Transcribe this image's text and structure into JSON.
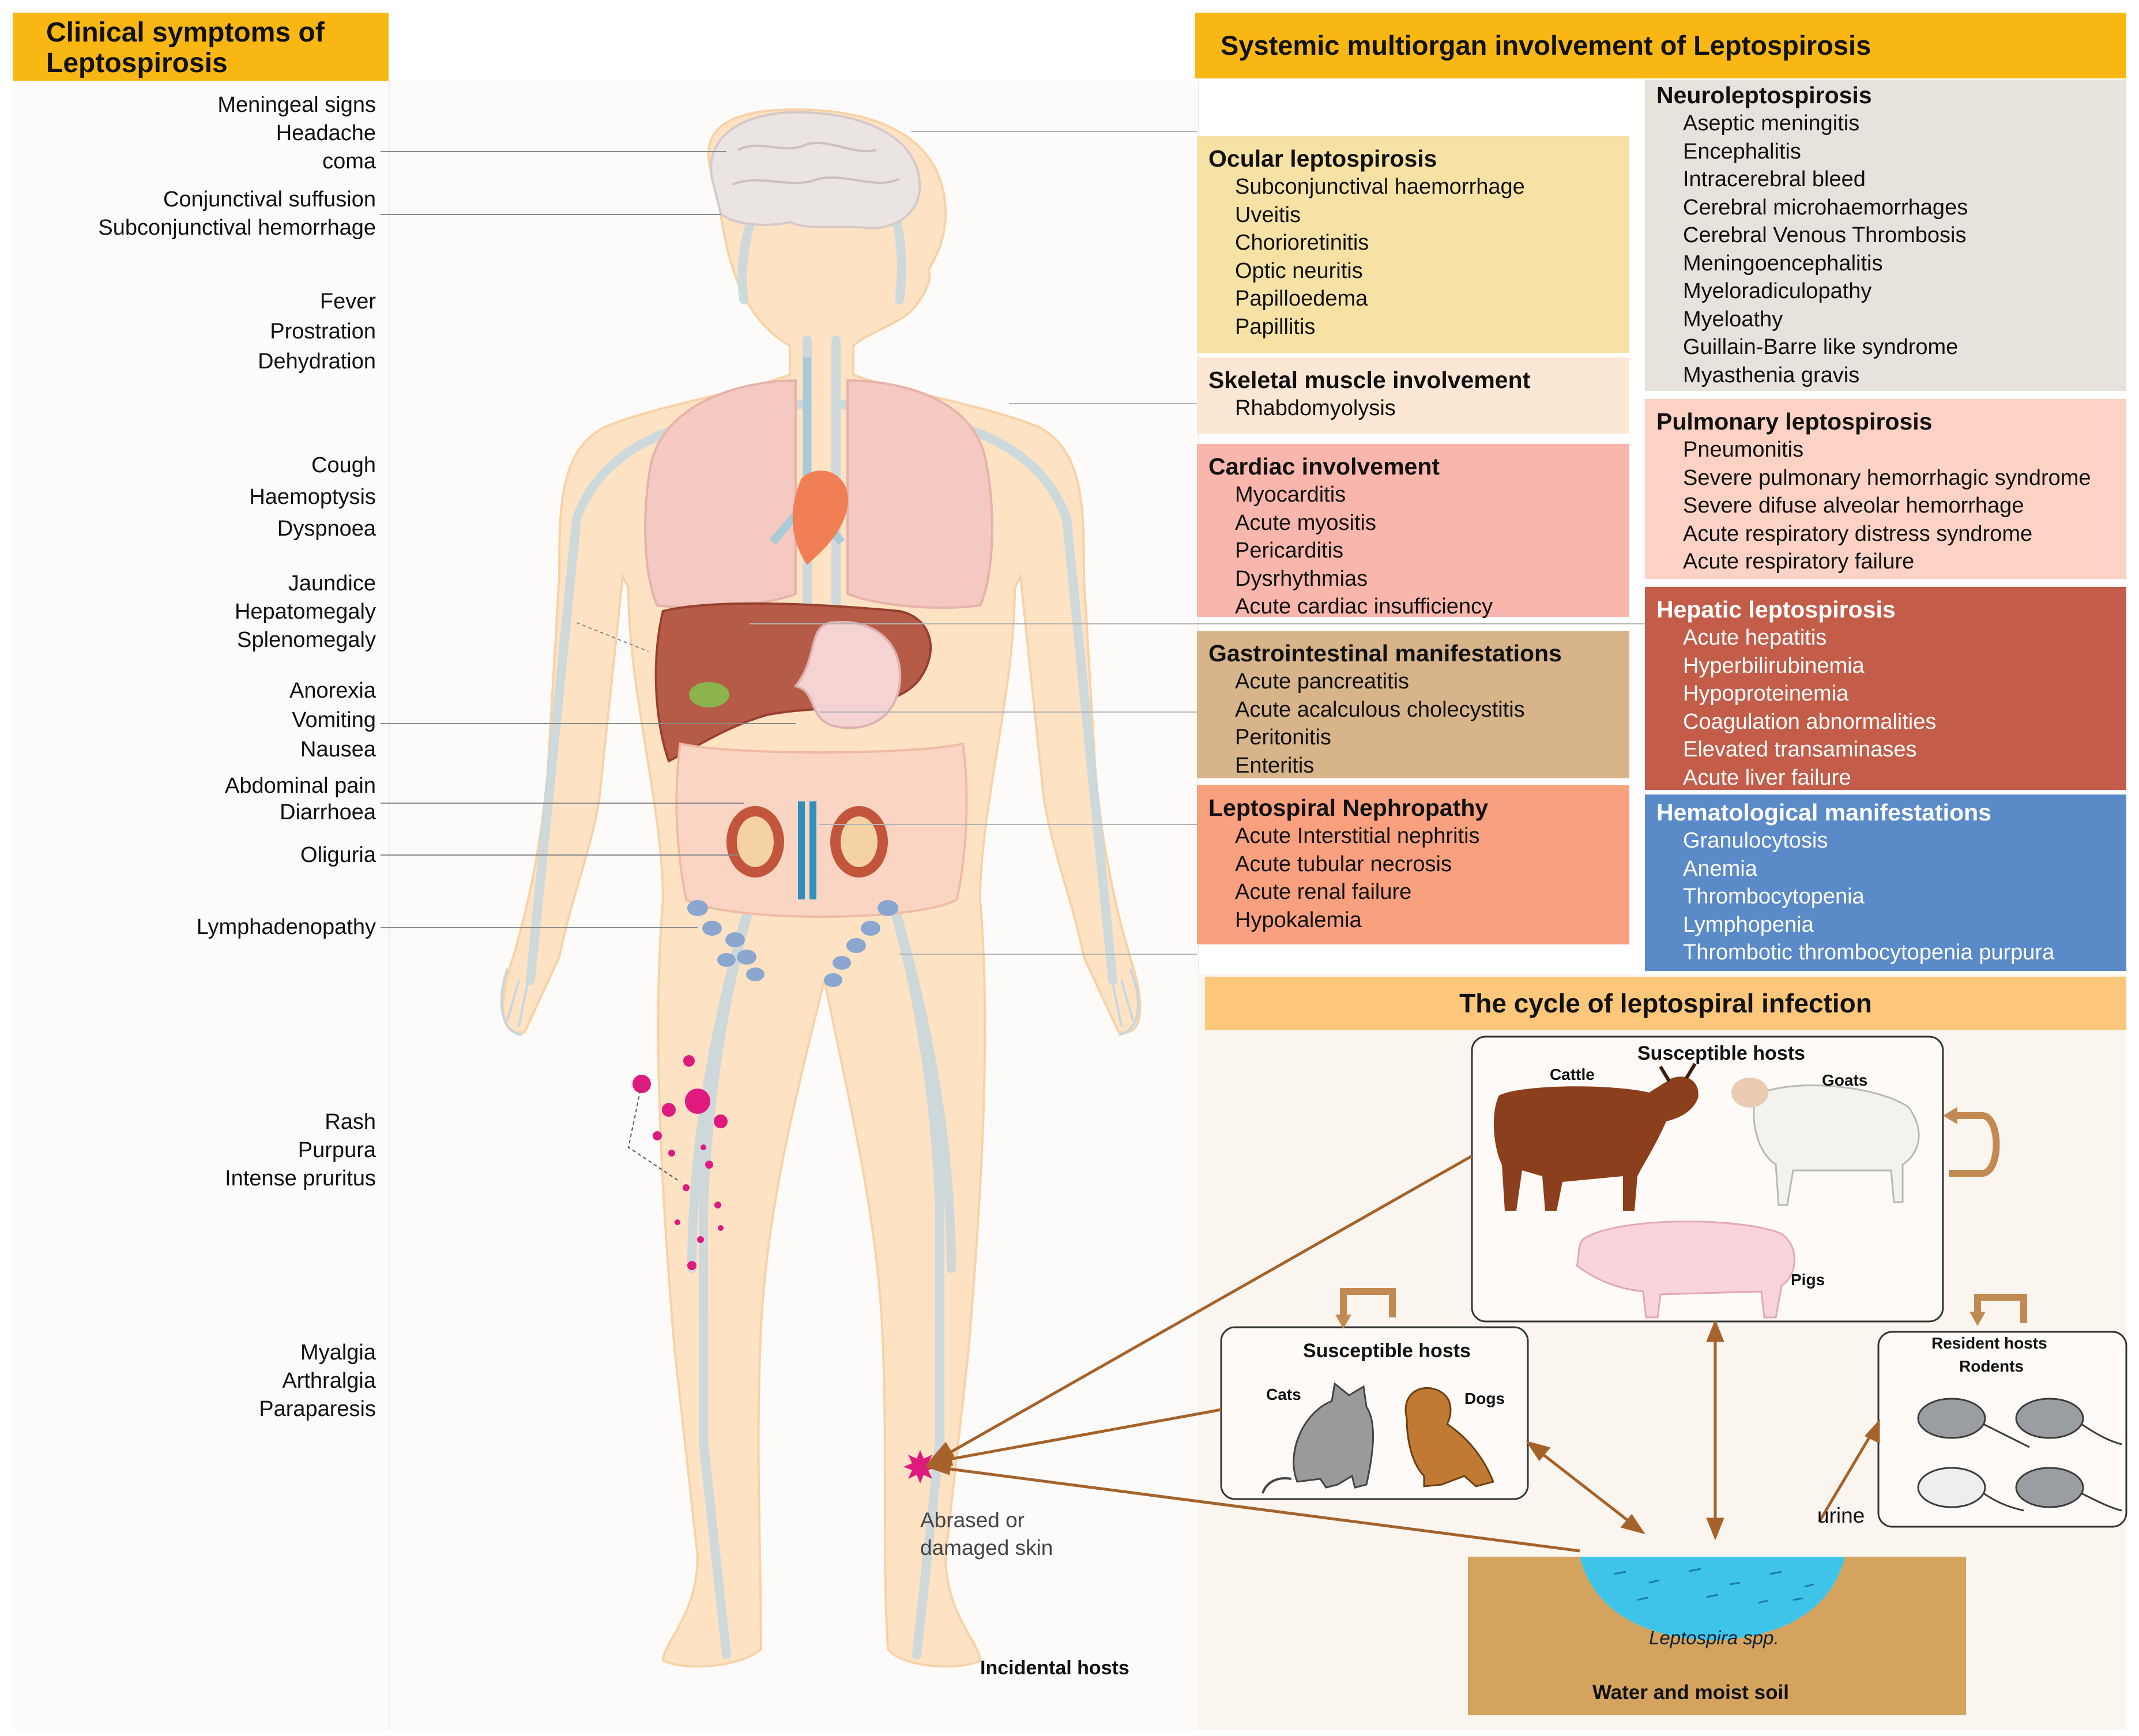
{
  "left_header": {
    "line1": "Clinical symptoms of",
    "line2": "Leptospirosis"
  },
  "right_header": "Systemic multiorgan involvement of Leptospirosis",
  "symptoms": [
    [
      "Meningeal signs",
      "Headache",
      "coma"
    ],
    [
      "Conjunctival suffusion",
      "Subconjunctival hemorrhage"
    ],
    [
      "Fever",
      "Prostration",
      "Dehydration"
    ],
    [
      "Cough",
      "Haemoptysis",
      "Dyspnoea"
    ],
    [
      "Jaundice",
      "Hepatomegaly",
      "Splenomegaly"
    ],
    [
      "Anorexia",
      "Vomiting",
      "Nausea"
    ],
    [
      "Abdominal pain",
      "Diarrhoea"
    ],
    [
      "Oliguria"
    ],
    [
      "Lymphadenopathy"
    ],
    [
      "Rash",
      "Purpura",
      "Intense pruritus"
    ],
    [
      "Myalgia",
      "Arthralgia",
      "Paraparesis"
    ]
  ],
  "boxes": {
    "ocular": {
      "title": "Ocular leptospirosis",
      "color": "#f5e2a4",
      "items": [
        "Subconjunctival haemorrhage",
        "Uveitis",
        "Chorioretinitis",
        "Optic neuritis",
        "Papilloedema",
        "Papillitis"
      ]
    },
    "skeletal": {
      "title": "Skeletal muscle involvement",
      "color": "#fce7d4",
      "items": [
        "Rhabdomyolysis"
      ]
    },
    "cardiac": {
      "title": "Cardiac involvement",
      "color": "#f9b6ad",
      "items": [
        "Myocarditis",
        "Acute myositis",
        "Pericarditis",
        "Dysrhythmias",
        "Acute cardiac insufficiency"
      ]
    },
    "gastro": {
      "title": "Gastrointestinal manifestations",
      "color": "#d7b48a",
      "items": [
        "Acute pancreatitis",
        "Acute acalculous cholecystitis",
        "Peritonitis",
        "Enteritis"
      ]
    },
    "nephro": {
      "title": "Leptospiral Nephropathy",
      "color": "#f9a07f",
      "items": [
        "Acute Interstitial nephritis",
        "Acute tubular necrosis",
        "Acute renal failure",
        "Hypokalemia"
      ]
    },
    "neuro": {
      "title": "Neuroleptospirosis",
      "color": "#e7e3dc",
      "items": [
        "Aseptic meningitis",
        "Encephalitis",
        "Intracerebral bleed",
        "Cerebral microhaemorrhages",
        "Cerebral Venous Thrombosis",
        "Meningoencephalitis",
        "Myeloradiculopathy",
        "Myeloathy",
        "Guillain-Barre like syndrome",
        "Myasthenia gravis"
      ]
    },
    "pulmonary": {
      "title": "Pulmonary leptospirosis",
      "color": "#fbd2c4",
      "items": [
        "Pneumonitis",
        "Severe pulmonary hemorrhagic syndrome",
        "Severe difuse alveolar hemorrhage",
        "Acute respiratory distress syndrome",
        "Acute respiratory failure"
      ]
    },
    "hepatic": {
      "title": "Hepatic leptospirosis",
      "color": "#c35d4a",
      "items": [
        "Acute hepatitis",
        "Hyperbilirubinemia",
        "Hypoproteinemia",
        "Coagulation abnormalities",
        "Elevated transaminases",
        "Acute liver failure"
      ]
    },
    "hemato": {
      "title": "Hematological manifestations",
      "color": "#5b8ac9",
      "items": [
        "Granulocytosis",
        "Anemia",
        "Thrombocytopenia",
        "Lymphopenia",
        "Thrombotic thrombocytopenia purpura"
      ]
    }
  },
  "cycle": {
    "title": "The cycle of leptospiral infection",
    "susceptible_top": "Susceptible hosts",
    "cattle": "Cattle",
    "goats": "Goats",
    "pigs": "Pigs",
    "susceptible_mid": "Susceptible hosts",
    "cats": "Cats",
    "dogs": "Dogs",
    "resident": "Resident hosts",
    "rodents": "Rodents",
    "urine": "urine",
    "abrased1": "Abrased or",
    "abrased2": "damaged skin",
    "incidental": "Incidental hosts",
    "leptospira": "Leptospira spp.",
    "water": "Water and  moist soil"
  },
  "colors": {
    "header": "#f8b712",
    "cycle_header": "#fcc77a",
    "arrow": "#a5622a",
    "body_fill": "#fde3c4",
    "vessel": "#c6d7df"
  }
}
